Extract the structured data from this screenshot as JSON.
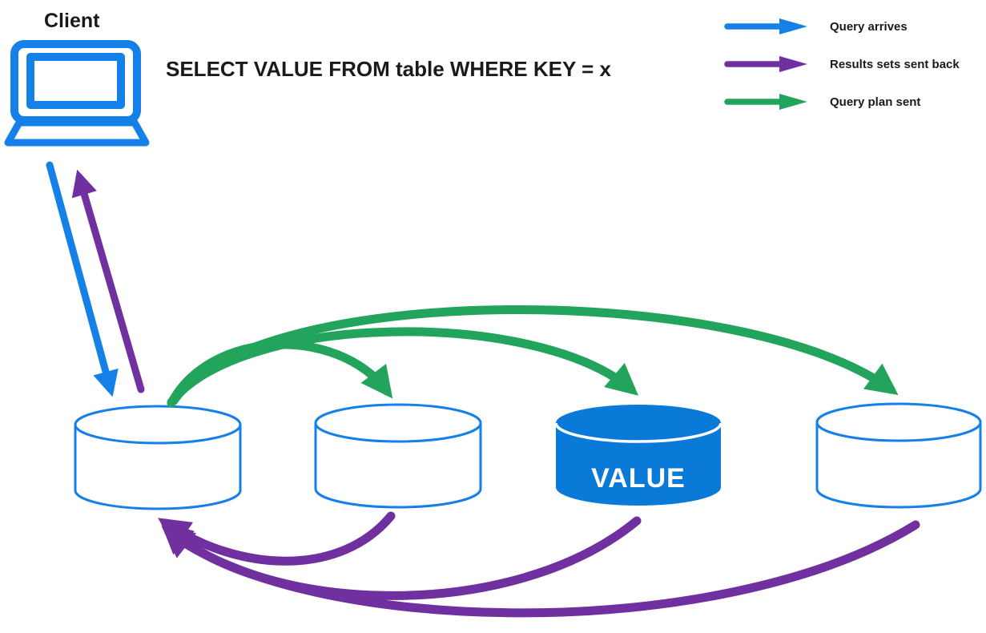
{
  "canvas": {
    "background": "#ffffff"
  },
  "client": {
    "label": "Client"
  },
  "query": {
    "text": "SELECT VALUE FROM table WHERE KEY = x"
  },
  "legend": {
    "items": [
      {
        "name": "query-arrives",
        "label": "Query arrives",
        "color": "#1581e8"
      },
      {
        "name": "results-sent-back",
        "label": "Results sets sent back",
        "color": "#7030a0"
      },
      {
        "name": "query-plan-sent",
        "label": "Query plan sent",
        "color": "#23a45c"
      }
    ]
  },
  "nodes": [
    {
      "name": "node-1",
      "label": "",
      "filled": false
    },
    {
      "name": "node-2",
      "label": "",
      "filled": false
    },
    {
      "name": "node-3",
      "label": "VALUE",
      "filled": true
    },
    {
      "name": "node-4",
      "label": "",
      "filled": false
    }
  ],
  "colors": {
    "canvas_bg": "#ffffff",
    "arrow_blue": "#1581e8",
    "arrow_purple": "#7030a0",
    "arrow_green": "#23a45c",
    "cylinder_outline": "#1581e8",
    "cylinder_fill_highlight": "#0a7ad8",
    "text": "#1a1a1a",
    "value_text": "#ffffff"
  }
}
